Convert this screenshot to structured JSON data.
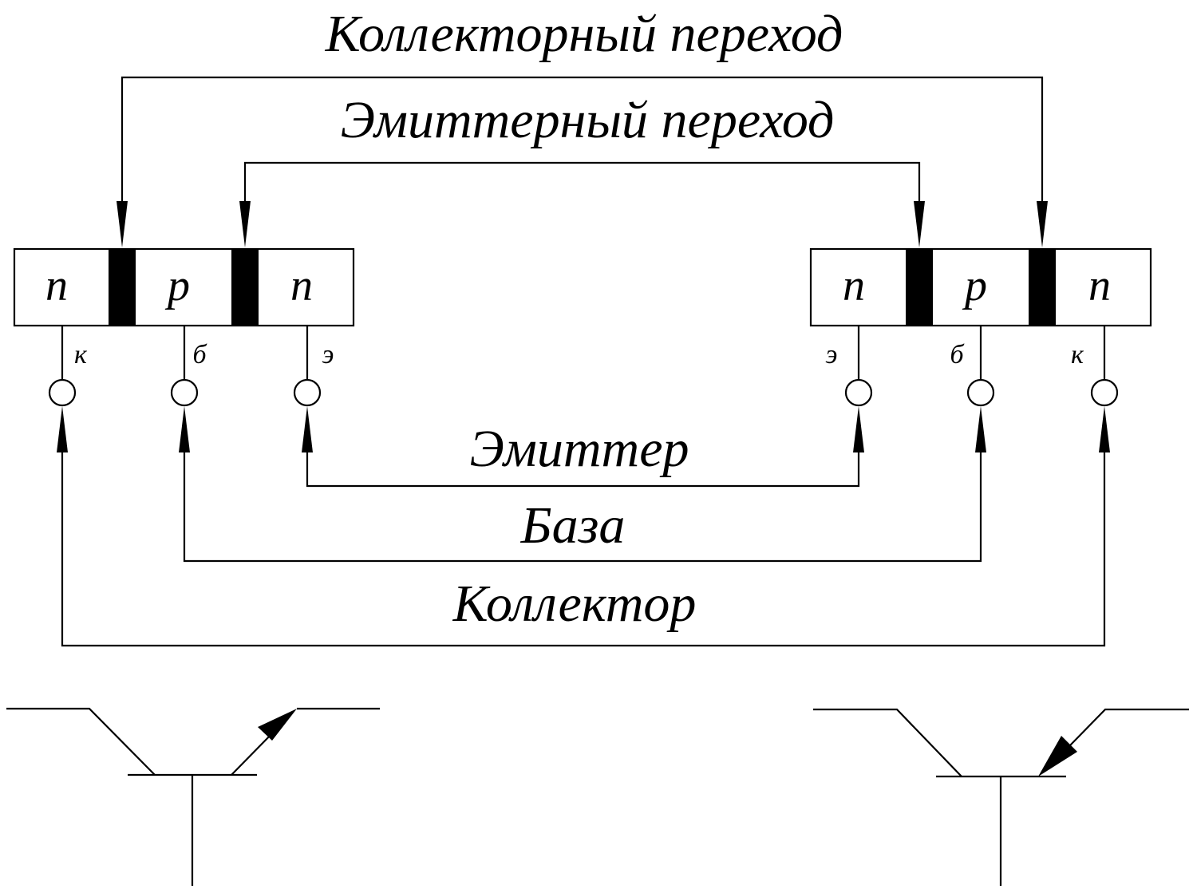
{
  "labels": {
    "collector_junction": "Коллекторный переход",
    "emitter_junction": "Эмиттерный переход",
    "emitter": "Эмиттер",
    "base": "База",
    "collector": "Коллектор"
  },
  "left_transistor": {
    "layers": [
      "n",
      "p",
      "n"
    ],
    "pins": [
      "к",
      "б",
      "э"
    ]
  },
  "right_transistor": {
    "layers": [
      "n",
      "p",
      "n"
    ],
    "pins": [
      "э",
      "б",
      "к"
    ]
  }
}
